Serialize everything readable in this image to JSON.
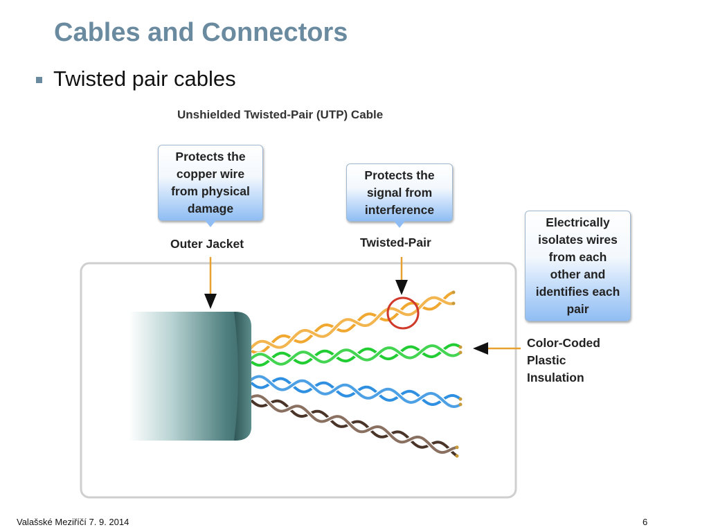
{
  "slide": {
    "title": "Cables and Connectors",
    "bullet": "Twisted pair cables"
  },
  "diagram": {
    "title": "Unshielded Twisted-Pair (UTP) Cable",
    "callouts": {
      "jacket": [
        "Protects the",
        "copper wire",
        "from physical",
        "damage"
      ],
      "twisted": [
        "Protects the",
        "signal from",
        "interference"
      ],
      "insulation": [
        "Electrically",
        "isolates wires",
        "from each",
        "other and",
        "identifies each",
        "pair"
      ]
    },
    "labels": {
      "outer_jacket": "Outer Jacket",
      "twisted_pair": "Twisted-Pair",
      "insulation": [
        "Color-Coded",
        "Plastic",
        "Insulation"
      ]
    },
    "colors": {
      "accent_title": "#6a8aa0",
      "arrow": "#e8a030",
      "highlight": "#d03a2a",
      "pairs": [
        "#f0a830",
        "#22cc33",
        "#2f8fe0",
        "#4a3428"
      ]
    }
  },
  "footer": {
    "location_date": "Valašské Meziříčí 7. 9. 2014",
    "page_number": "6"
  }
}
